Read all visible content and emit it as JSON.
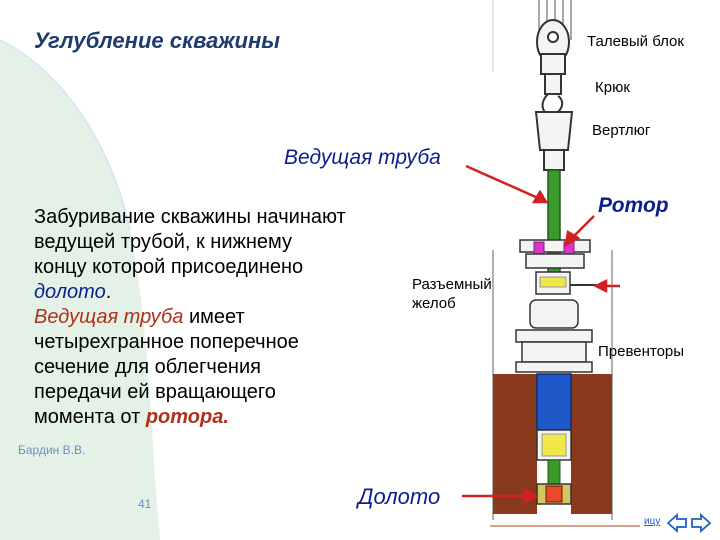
{
  "title": "Углубление скважины",
  "labels": {
    "crown_block": "Талевый блок",
    "hook": "Крюк",
    "swivel": "Вертлюг",
    "kelly": "Ведущая труба",
    "rotor": "Ротор",
    "split_gutter_line1": "Разъемный",
    "split_gutter_line2": "желоб",
    "preventers": "Превенторы",
    "bit": "Долото"
  },
  "body": {
    "l1": "Забуривание скважины начинают",
    "l2": "ведущей трубой, к нижнему",
    "l3": "концу которой присоединено",
    "l4_word": "долото",
    "l4_tail": ".",
    "l5_word": "Ведущая труба",
    "l5_tail": " имеет",
    "l6": "четырехгранное поперечное",
    "l7": "сечение для облегчения",
    "l8": "передачи ей вращающего",
    "l9_head": "момента от ",
    "l9_word": "ротора."
  },
  "footer": {
    "left": "Бардин В.В.",
    "page": "41",
    "nav_label": "ицу"
  },
  "colors": {
    "title": "#1f3a6e",
    "accent_blue": "#0a1e8c",
    "accent_red": "#b0301a",
    "arrow": "#d42020",
    "kelly_green": "#3a9a2a",
    "rotor_magenta": "#d838c8",
    "bg_wedge": "#e4f1e6"
  },
  "icons": [
    "prev-arrow-icon",
    "next-arrow-icon"
  ]
}
